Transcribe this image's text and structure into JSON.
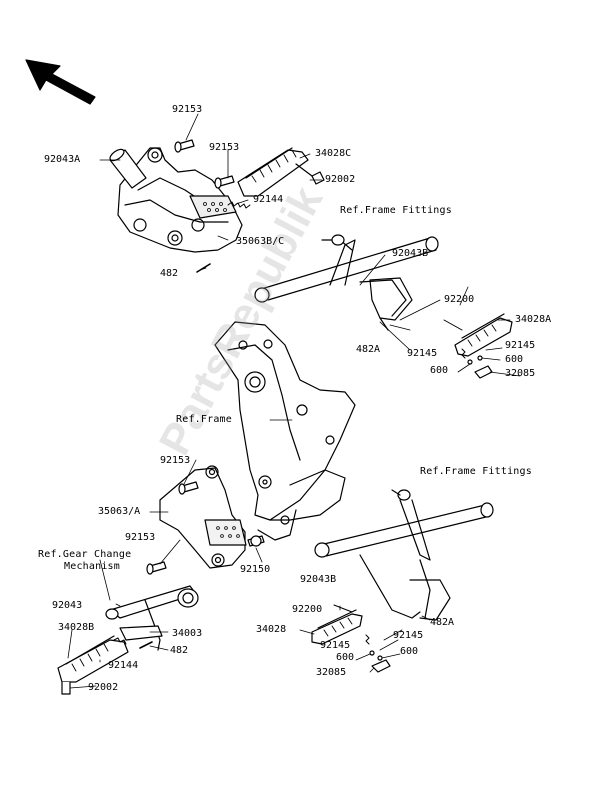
{
  "watermark": "PartsRepublik",
  "refs": {
    "frame_fittings_top": "Ref.Frame Fittings",
    "frame": "Ref.Frame",
    "frame_fittings_bottom": "Ref.Frame Fittings",
    "gear_change_1": "Ref.Gear Change",
    "gear_change_2": "Mechanism"
  },
  "parts": {
    "p92153_a": "92153",
    "p92043A": "92043A",
    "p92153_b": "92153",
    "p34028C": "34028C",
    "p92002_a": "92002",
    "p92144_a": "92144",
    "p35063BC": "35063B/C",
    "p482_a": "482",
    "p92043B_a": "92043B",
    "p92200_a": "92200",
    "p34028A": "34028A",
    "p482A_a": "482A",
    "p92145_a": "92145",
    "p92145_b": "92145",
    "p600_a": "600",
    "p600_b": "600",
    "p32085_a": "32085",
    "p92153_c": "92153",
    "p35063A": "35063/A",
    "p92153_d": "92153",
    "p92150": "92150",
    "p92043": "92043",
    "p34028B": "34028B",
    "p34003": "34003",
    "p482_b": "482",
    "p92144_b": "92144",
    "p92002_b": "92002",
    "p92043B_b": "92043B",
    "p92200_b": "92200",
    "p482A_b": "482A",
    "p34028": "34028",
    "p92145_c": "92145",
    "p92145_d": "92145",
    "p600_c": "600",
    "p600_d": "600",
    "p32085_b": "32085"
  },
  "colors": {
    "line": "#000000",
    "fill": "#ffffff"
  }
}
